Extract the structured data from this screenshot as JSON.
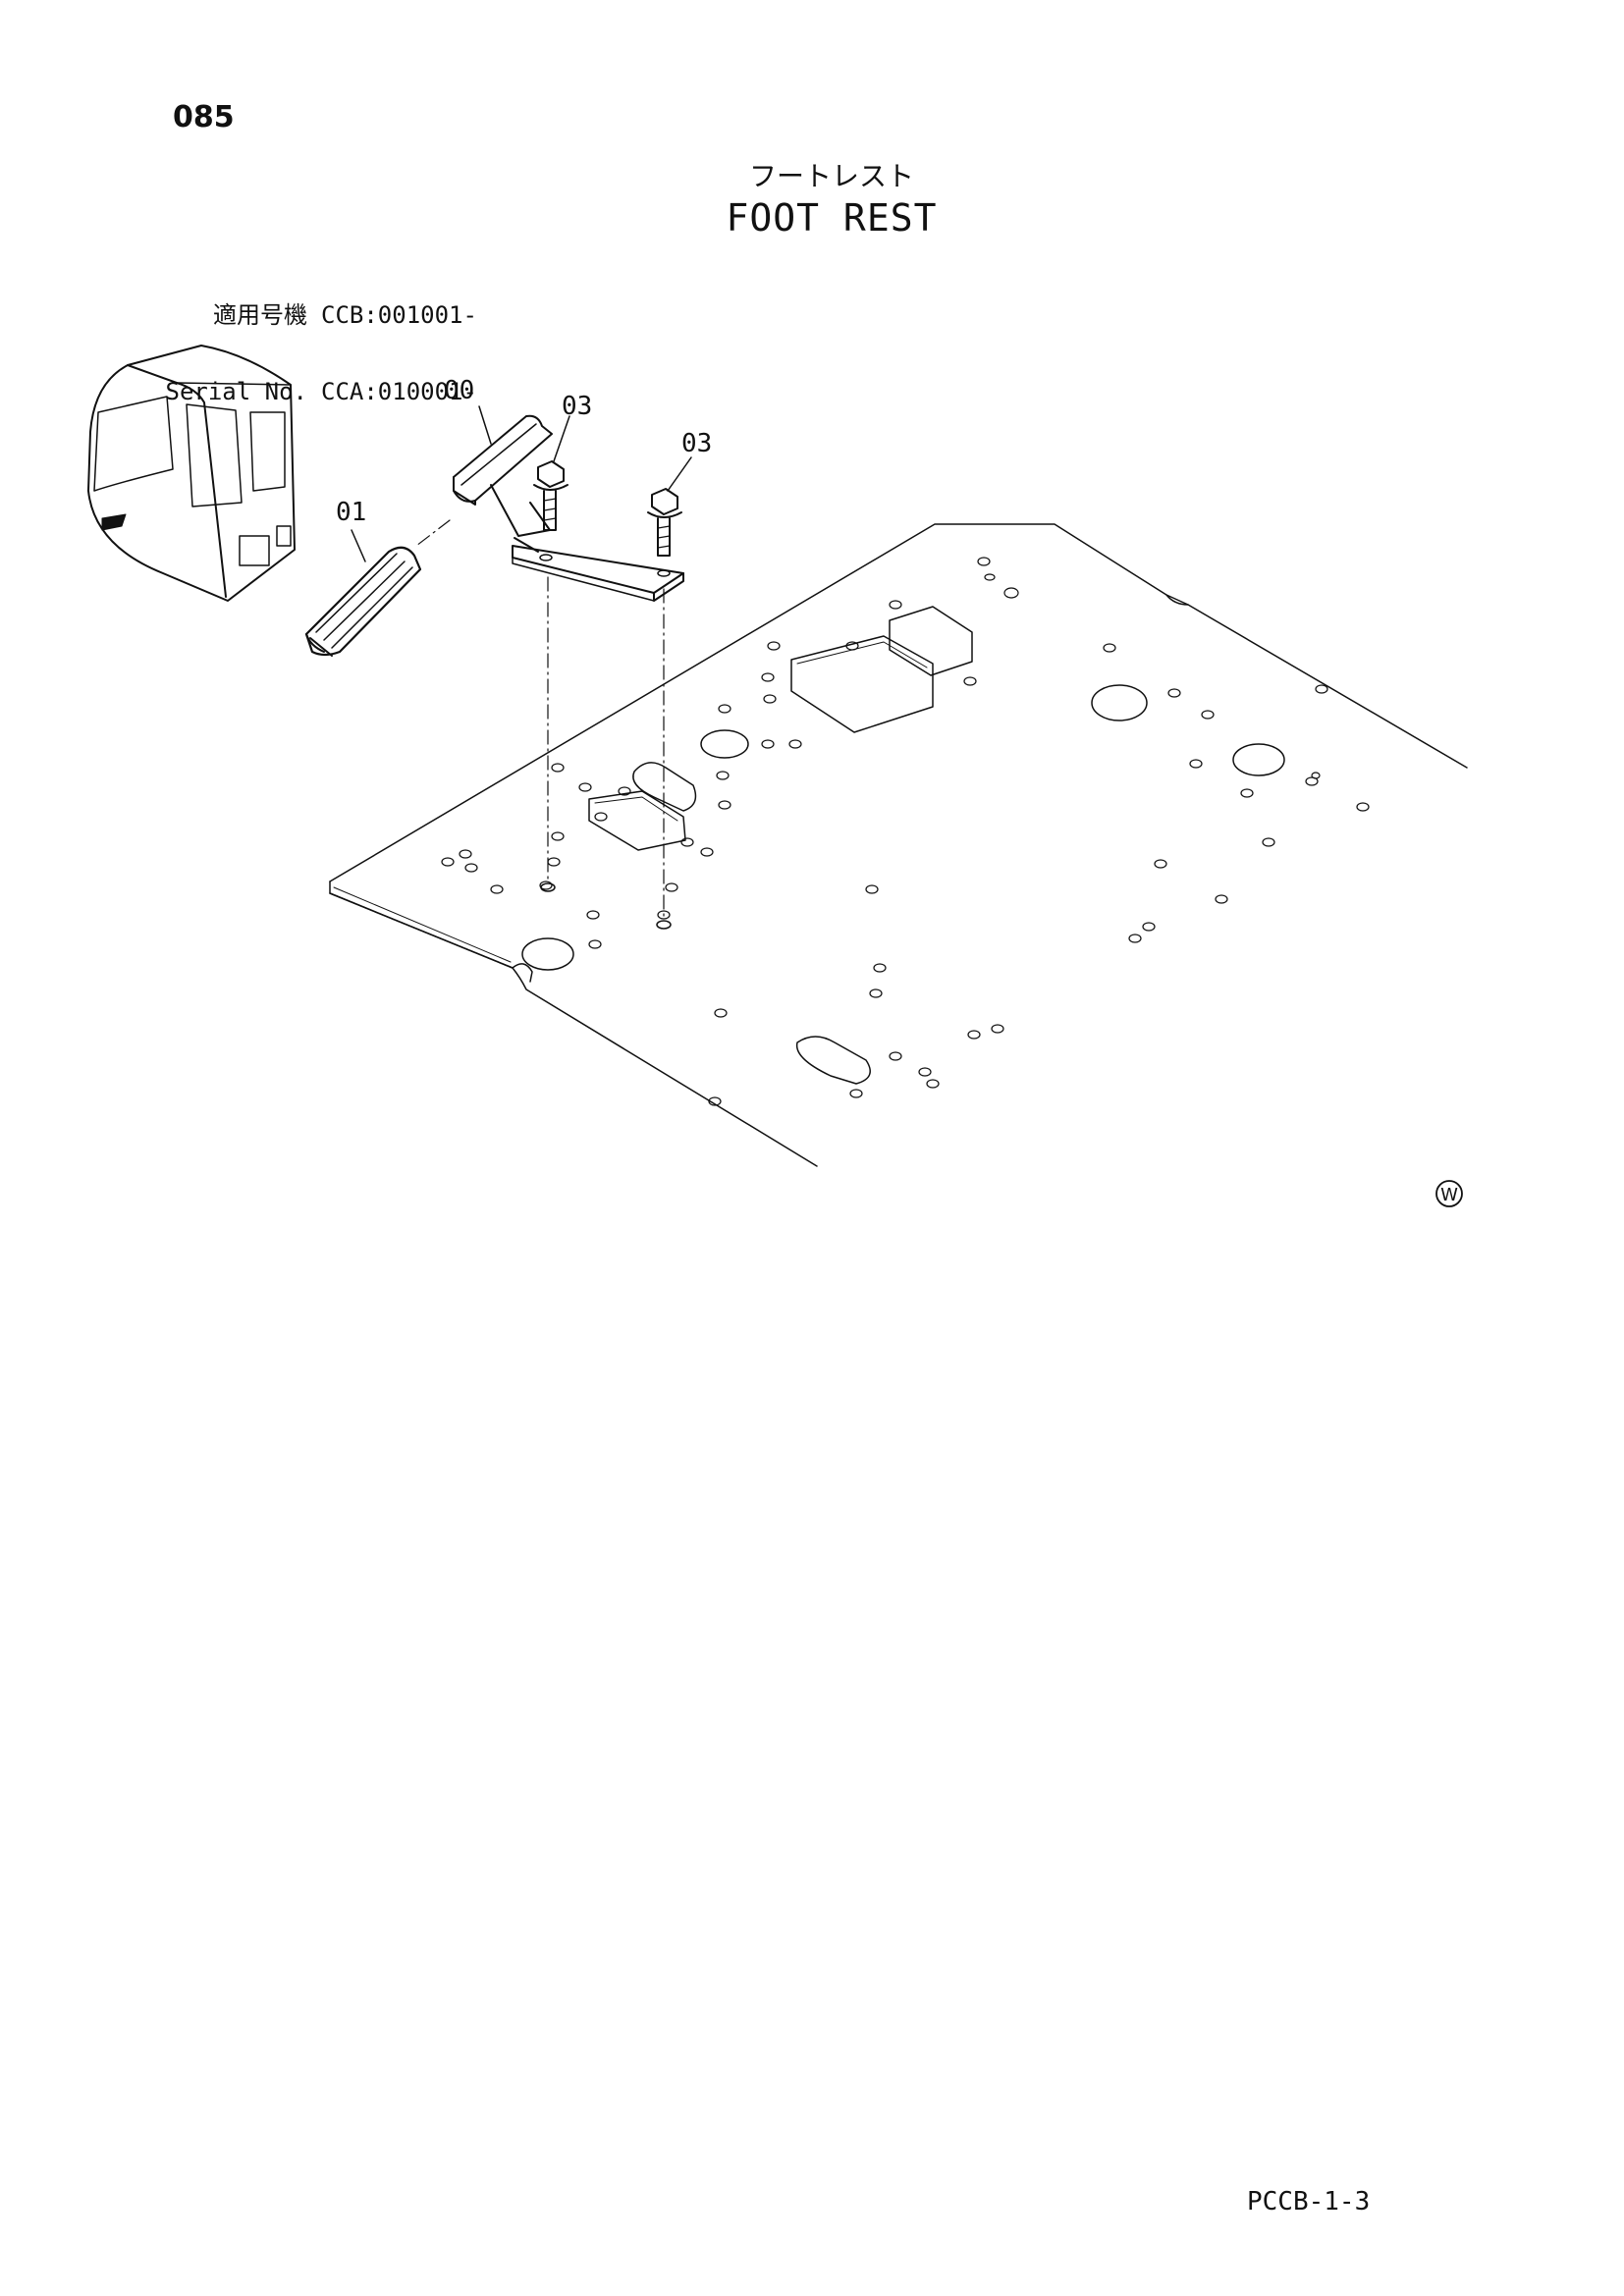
{
  "page": {
    "number": "085",
    "title_jp": "フートレスト",
    "title_en": "FOOT REST",
    "footer_code": "PCCB-1-3"
  },
  "serial": {
    "rows": [
      {
        "label": "適用号機",
        "value": "CCB:001001-"
      },
      {
        "label": "Serial No.",
        "value": "CCA:010001-"
      }
    ]
  },
  "diagram": {
    "callouts": [
      {
        "id": "00",
        "label": "00"
      },
      {
        "id": "01",
        "label": "01"
      },
      {
        "id": "03a",
        "label": "03"
      },
      {
        "id": "03b",
        "label": "03"
      }
    ],
    "corner_mark": "W"
  }
}
